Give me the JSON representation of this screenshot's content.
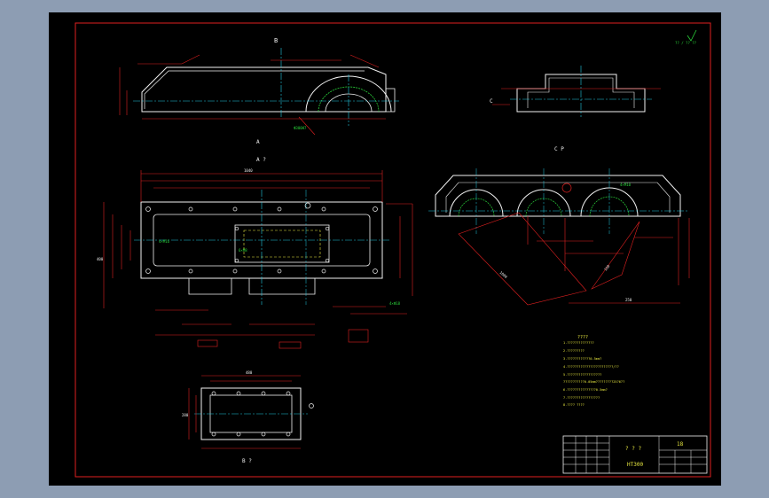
{
  "drawing": {
    "view_labels": {
      "top": "B",
      "side_section": "A",
      "view_a": "A  ?",
      "view_cp": "C  P",
      "view_c": "C",
      "view_b": "B  ?"
    },
    "roughness_note": "?? / ?? ??",
    "notes": {
      "heading": "????",
      "lines": [
        "1.??????????????",
        "2.?????????",
        "3.????????????0.5mm?",
        "4.????????????????????????/??",
        "5.??????????????????",
        "  ???????????0.05mm?????????25?6??",
        "6.???????????????0.5mm?",
        "7.?????????????????",
        "8.???? ????"
      ]
    },
    "title_block": {
      "part_name": "? ? ?",
      "material": "HT300",
      "scale": "18"
    },
    "dims": {
      "a_total": "1040",
      "a_height": "400",
      "b_width": "480",
      "b_height": "280",
      "slant_1": "1000",
      "slant_2": "150",
      "cp_height": "250"
    }
  },
  "colors": {
    "background": "#000000",
    "frame": "#e02020",
    "outline": "#f2f2f2",
    "dimension": "#e02020",
    "centerline": "#20c8e0",
    "hidden": "#e8e840",
    "hatch": "#2ad33a"
  }
}
